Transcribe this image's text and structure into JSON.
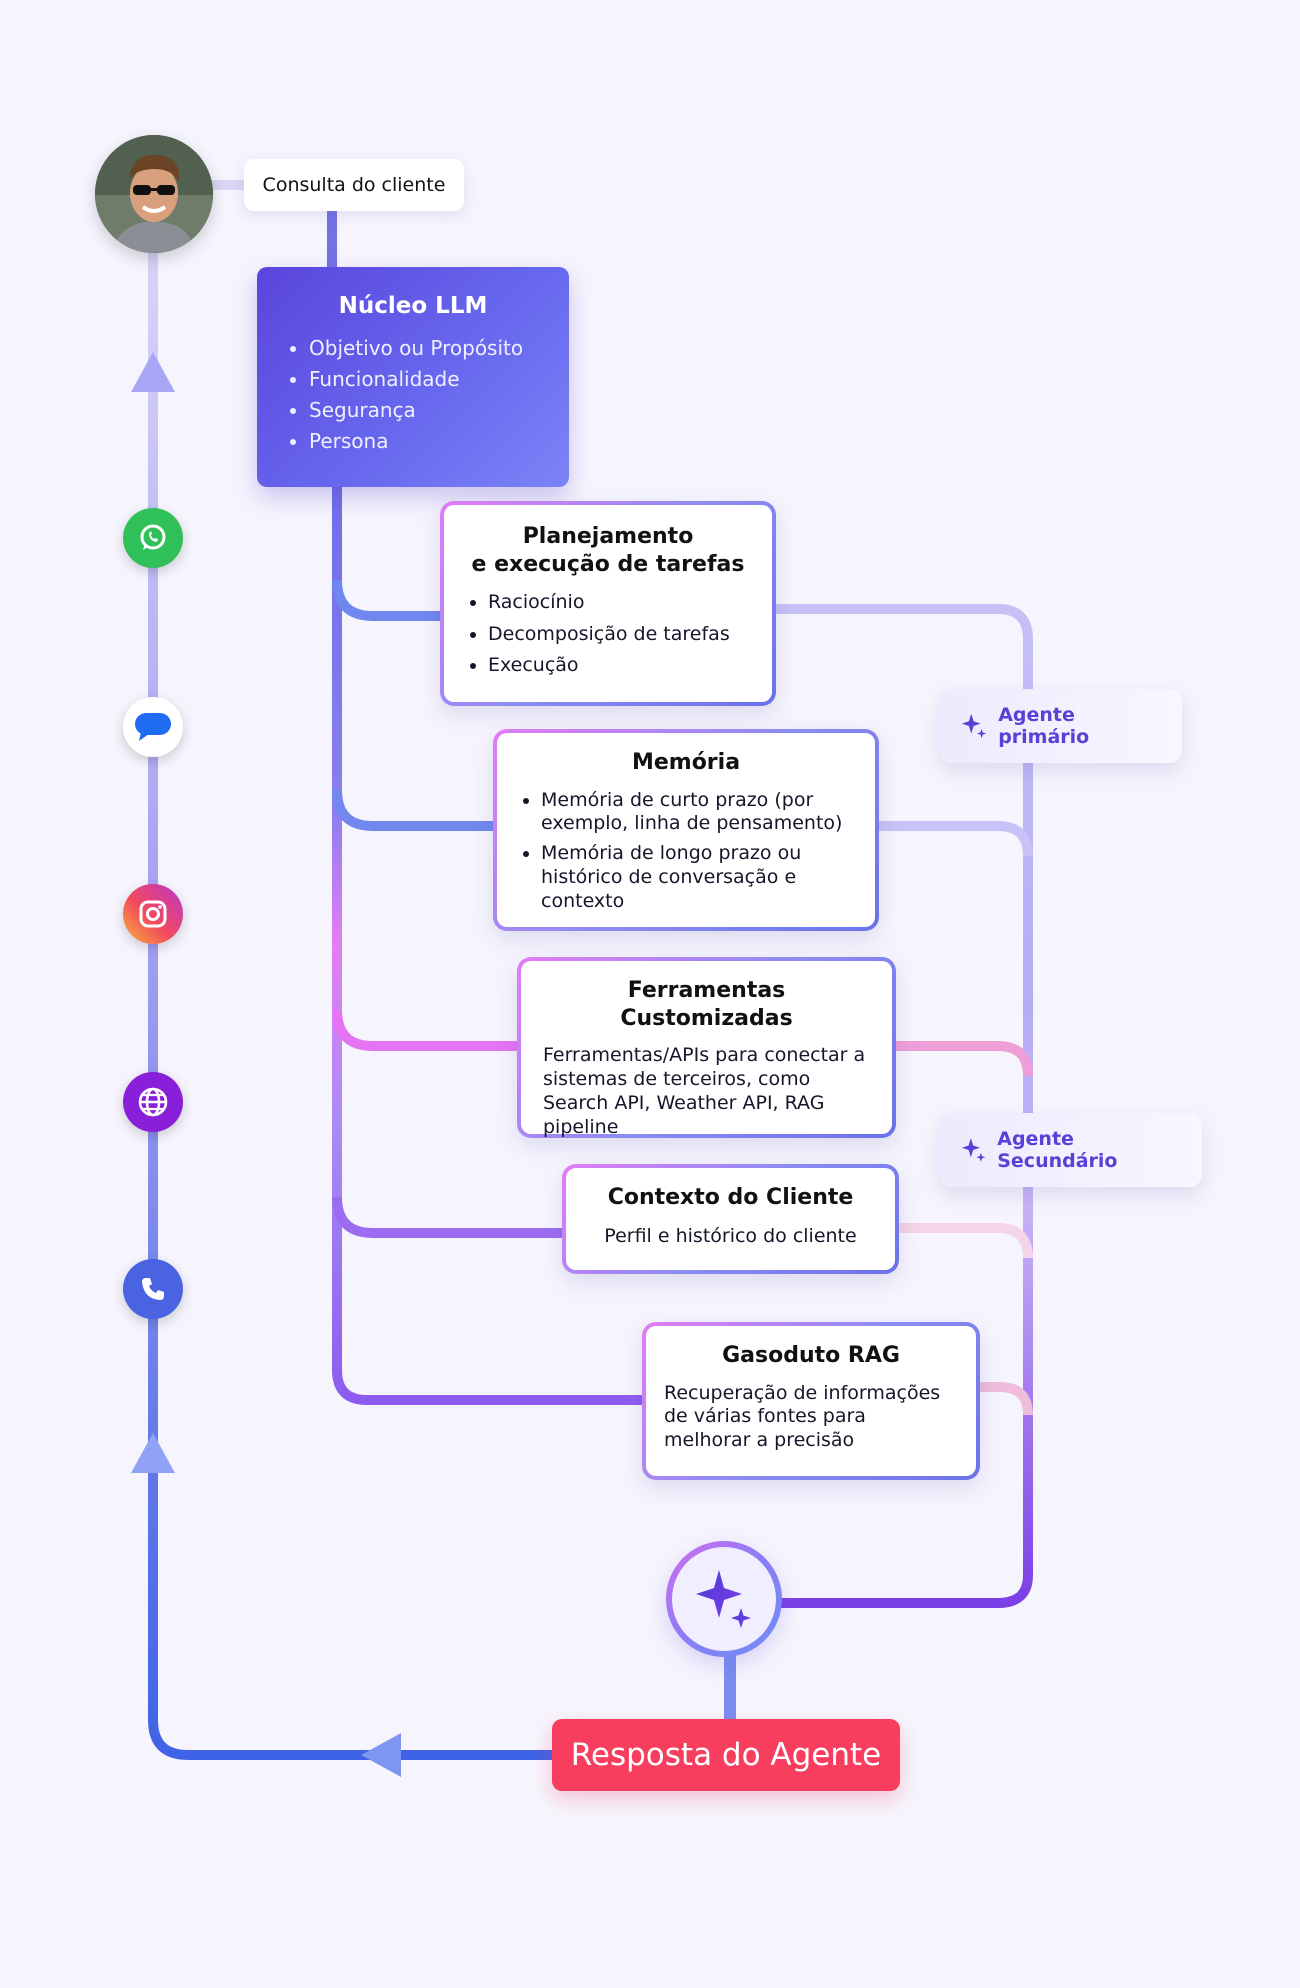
{
  "customer_query": "Consulta do cliente",
  "core": {
    "title": "Núcleo LLM",
    "items": [
      "Objetivo ou Propósito",
      "Funcionalidade",
      "Segurança",
      "Persona"
    ]
  },
  "planning": {
    "title_line1": "Planejamento",
    "title_line2": "e execução de tarefas",
    "items": [
      "Raciocínio",
      "Decomposição de tarefas",
      "Execução"
    ]
  },
  "memory": {
    "title": "Memória",
    "items": [
      "Memória de curto prazo (por exemplo, linha de pensamento)",
      "Memória de longo prazo ou histórico de conversação e contexto"
    ]
  },
  "tools": {
    "title": "Ferramentas Customizadas",
    "text": "Ferramentas/APIs para conectar a sistemas de terceiros, como Search API, Weather API, RAG pipeline"
  },
  "customer_context": {
    "title": "Contexto do Cliente",
    "text": "Perfil e histórico do cliente"
  },
  "rag": {
    "title": "Gasoduto RAG",
    "text": "Recuperação de informações de várias fontes para melhorar a precisão"
  },
  "agents": {
    "primary": "Agente primário",
    "secondary": "Agente Secundário"
  },
  "response": "Resposta do Agente",
  "icons": {
    "channels": [
      "whatsapp-icon",
      "chat-bubble-icon",
      "instagram-icon",
      "globe-icon",
      "phone-icon"
    ],
    "sparkle": "sparkle-icon"
  },
  "colors": {
    "core_bg": "#5a45dc",
    "response_bg": "#f73e5e",
    "agent_text": "#5b3fd6",
    "whatsapp": "#2fc05a",
    "globe": "#8a1fd9",
    "phone": "#4a63e0"
  }
}
